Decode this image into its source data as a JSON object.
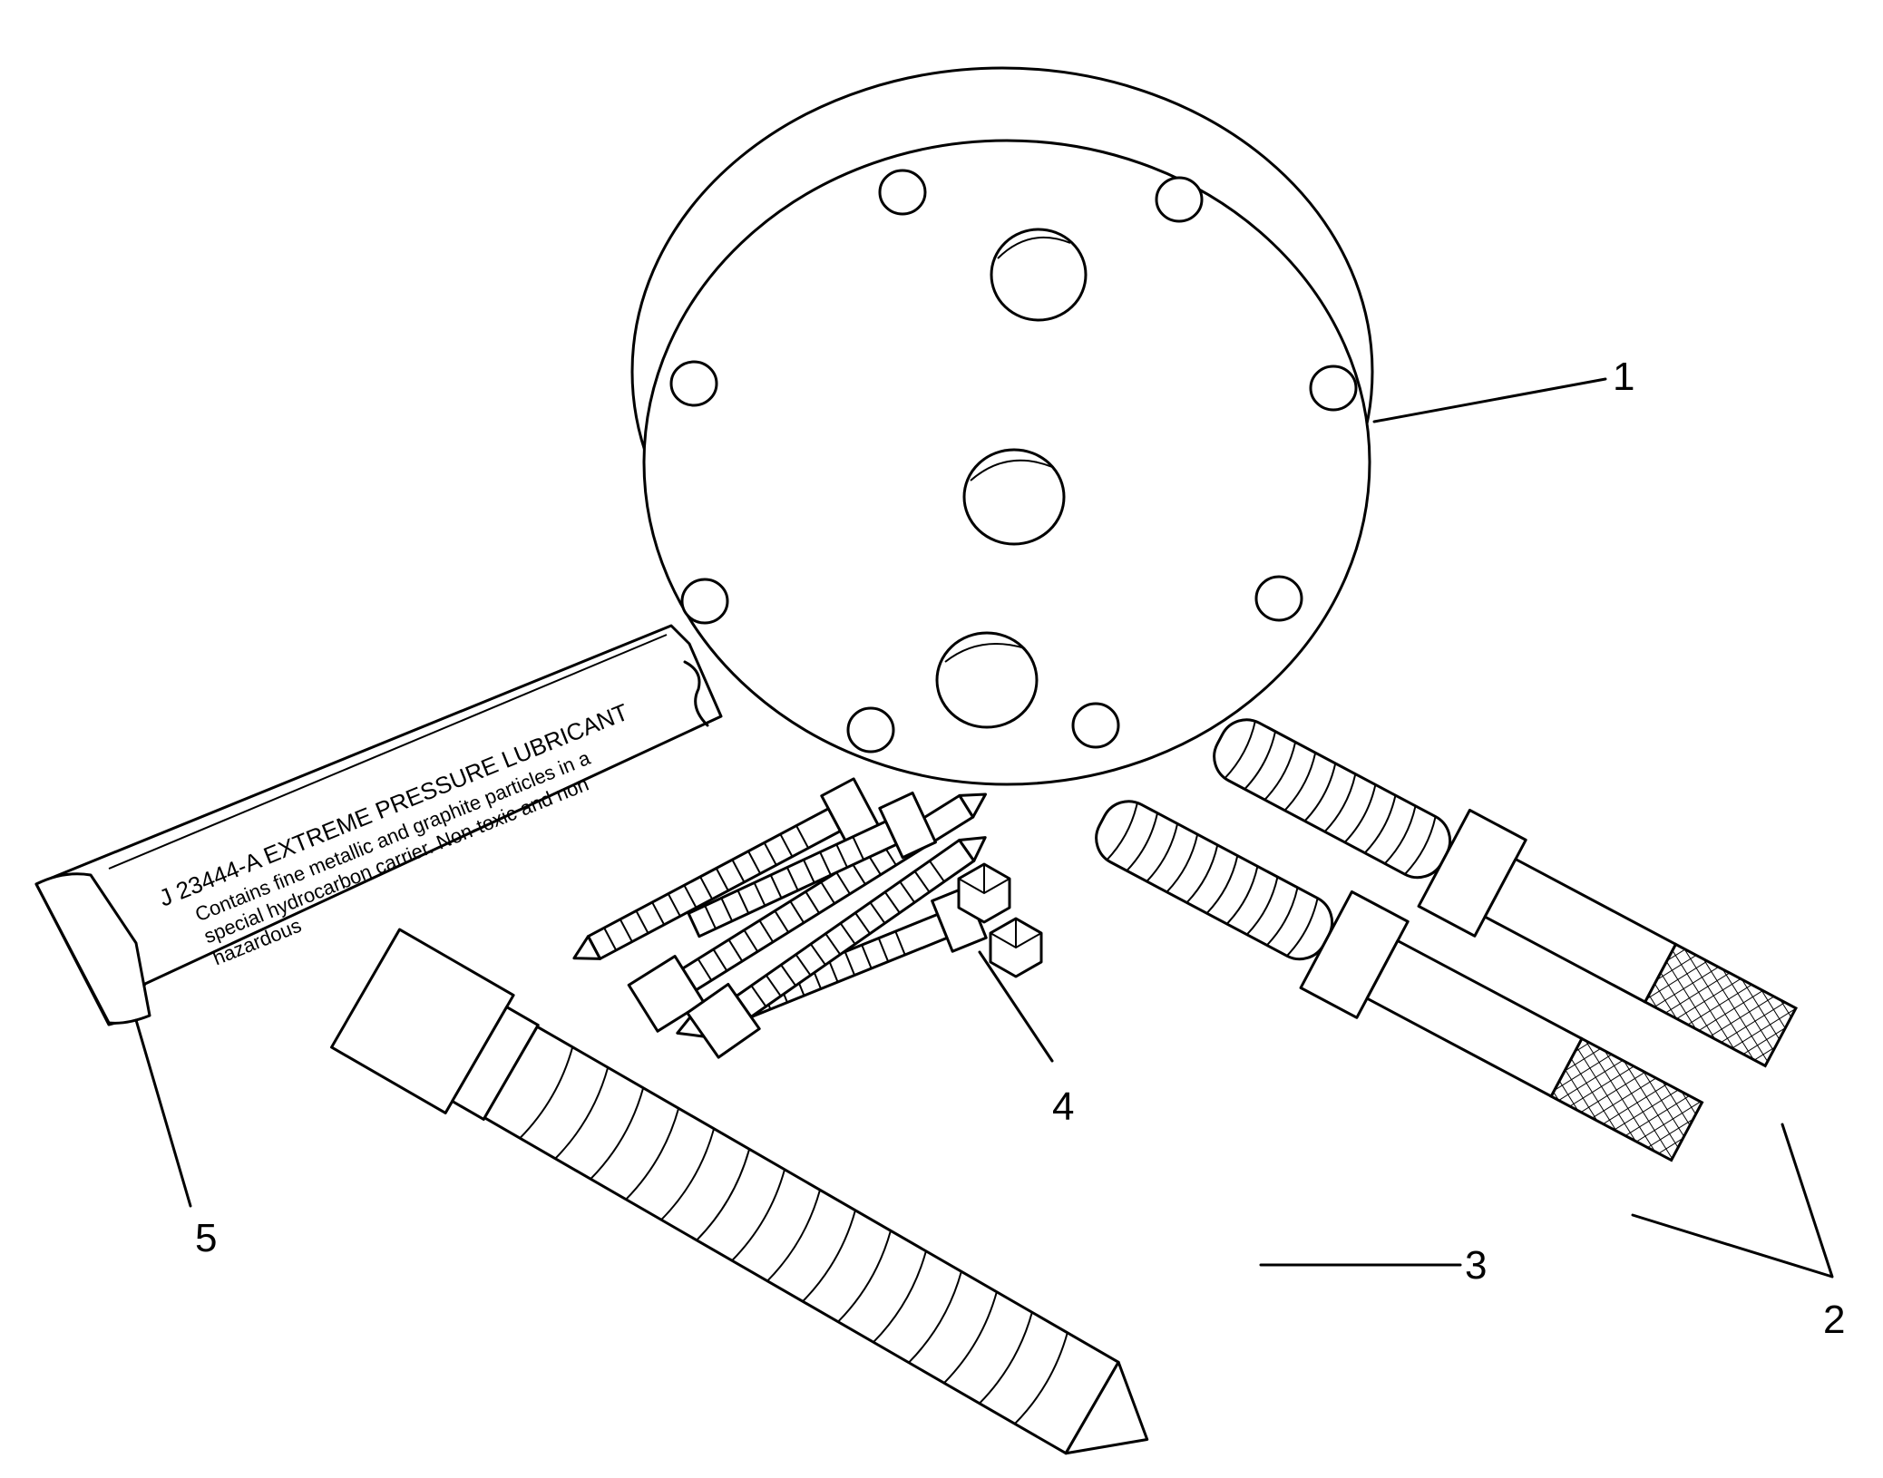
{
  "callouts": {
    "c1": "1",
    "c2": "2",
    "c3": "3",
    "c4": "4",
    "c5": "5"
  },
  "tube_label": {
    "title": "J 23444-A  EXTREME PRESSURE LUBRICANT",
    "line1": "Contains fine metallic and graphite particles in a",
    "line2": "special hydrocarbon carrier.  Non-toxic and non",
    "line3": "hazardous"
  }
}
